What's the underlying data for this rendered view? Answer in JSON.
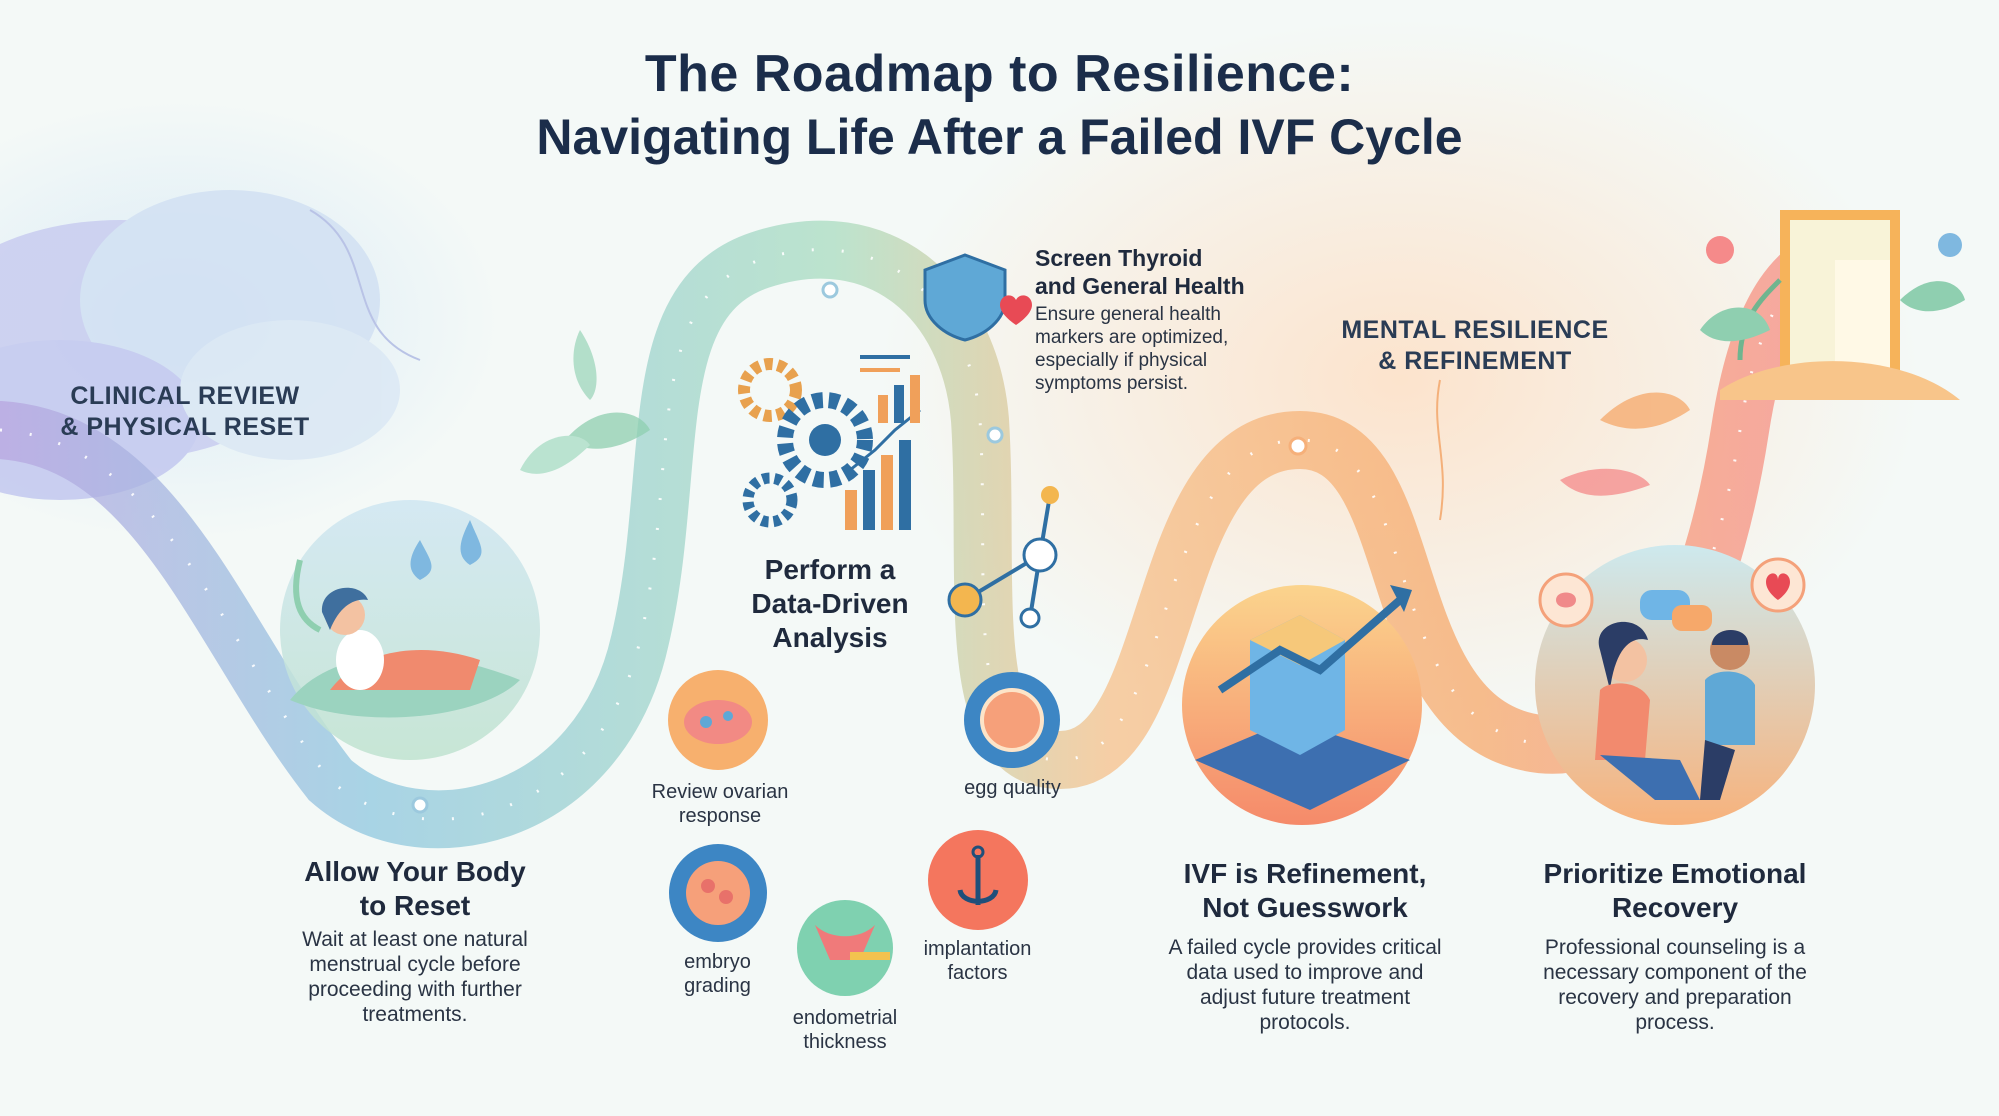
{
  "title": {
    "line1": "The Roadmap to Resilience:",
    "line2": "Navigating Life After a Failed IVF Cycle"
  },
  "phases": {
    "clinical": "CLINICAL REVIEW\n& PHYSICAL RESET",
    "mental": "MENTAL RESILIENCE\n& REFINEMENT"
  },
  "steps": {
    "reset": {
      "heading": "Allow Your Body\nto Reset",
      "body": "Wait at least one natural\nmenstrual cycle before\nproceeding with further\ntreatments."
    },
    "analysis": {
      "heading": "Perform a\nData-Driven\nAnalysis"
    },
    "thyroid": {
      "heading": "Screen Thyroid\nand General Health",
      "body": "Ensure general health\nmarkers are optimized,\nespecially if physical\nsymptoms persist."
    },
    "refinement": {
      "heading": "IVF is Refinement,\nNot Guesswork",
      "body": "A failed cycle provides critical\ndata used to improve and\nadjust future treatment\nprotocols."
    },
    "emotional": {
      "heading": "Prioritize Emotional\nRecovery",
      "body": "Professional counseling is a\nnecessary component of the\nrecovery and preparation\nprocess."
    }
  },
  "factors": {
    "ovarian": "Review ovarian\nresponse",
    "egg": "egg quality",
    "embryo": "embryo\ngrading",
    "endometrial": "endometrial\nthickness",
    "implantation": "implantation\nfactors"
  },
  "colors": {
    "title": "#1b2d4a",
    "path_blue": "#8fc7df",
    "path_green": "#a9dcc0",
    "path_orange": "#f6a86a",
    "path_pink": "#f58a8a",
    "heart": "#e84a55",
    "gear": "#2f6fa3"
  }
}
